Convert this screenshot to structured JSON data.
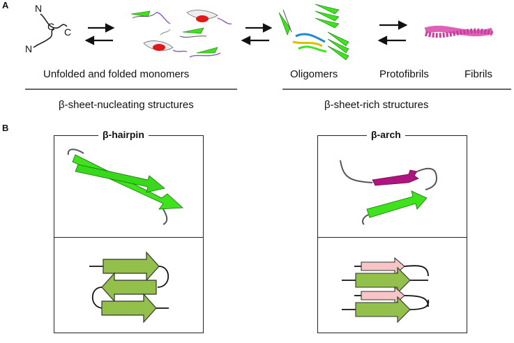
{
  "panel_a": {
    "letter": "A",
    "terminal_labels": [
      "N",
      "C",
      "C",
      "N"
    ],
    "labels": {
      "monomers": "Unfolded and folded monomers",
      "oligomers": "Oligomers",
      "protofibrils": "Protofibrils",
      "fibrils": "Fibrils",
      "nucleating": "β-sheet-nucleating structures",
      "rich": "β-sheet-rich structures"
    }
  },
  "panel_b": {
    "letter": "B",
    "hairpin_title": "β-hairpin",
    "arch_title": "β-arch"
  },
  "colors": {
    "strand_green": "#3ee21d",
    "cartoon_green": "#92c04a",
    "cartoon_pink": "#f6c6c6",
    "arch_magenta": "#b0147f",
    "fibril_pink": "#e060b8"
  }
}
